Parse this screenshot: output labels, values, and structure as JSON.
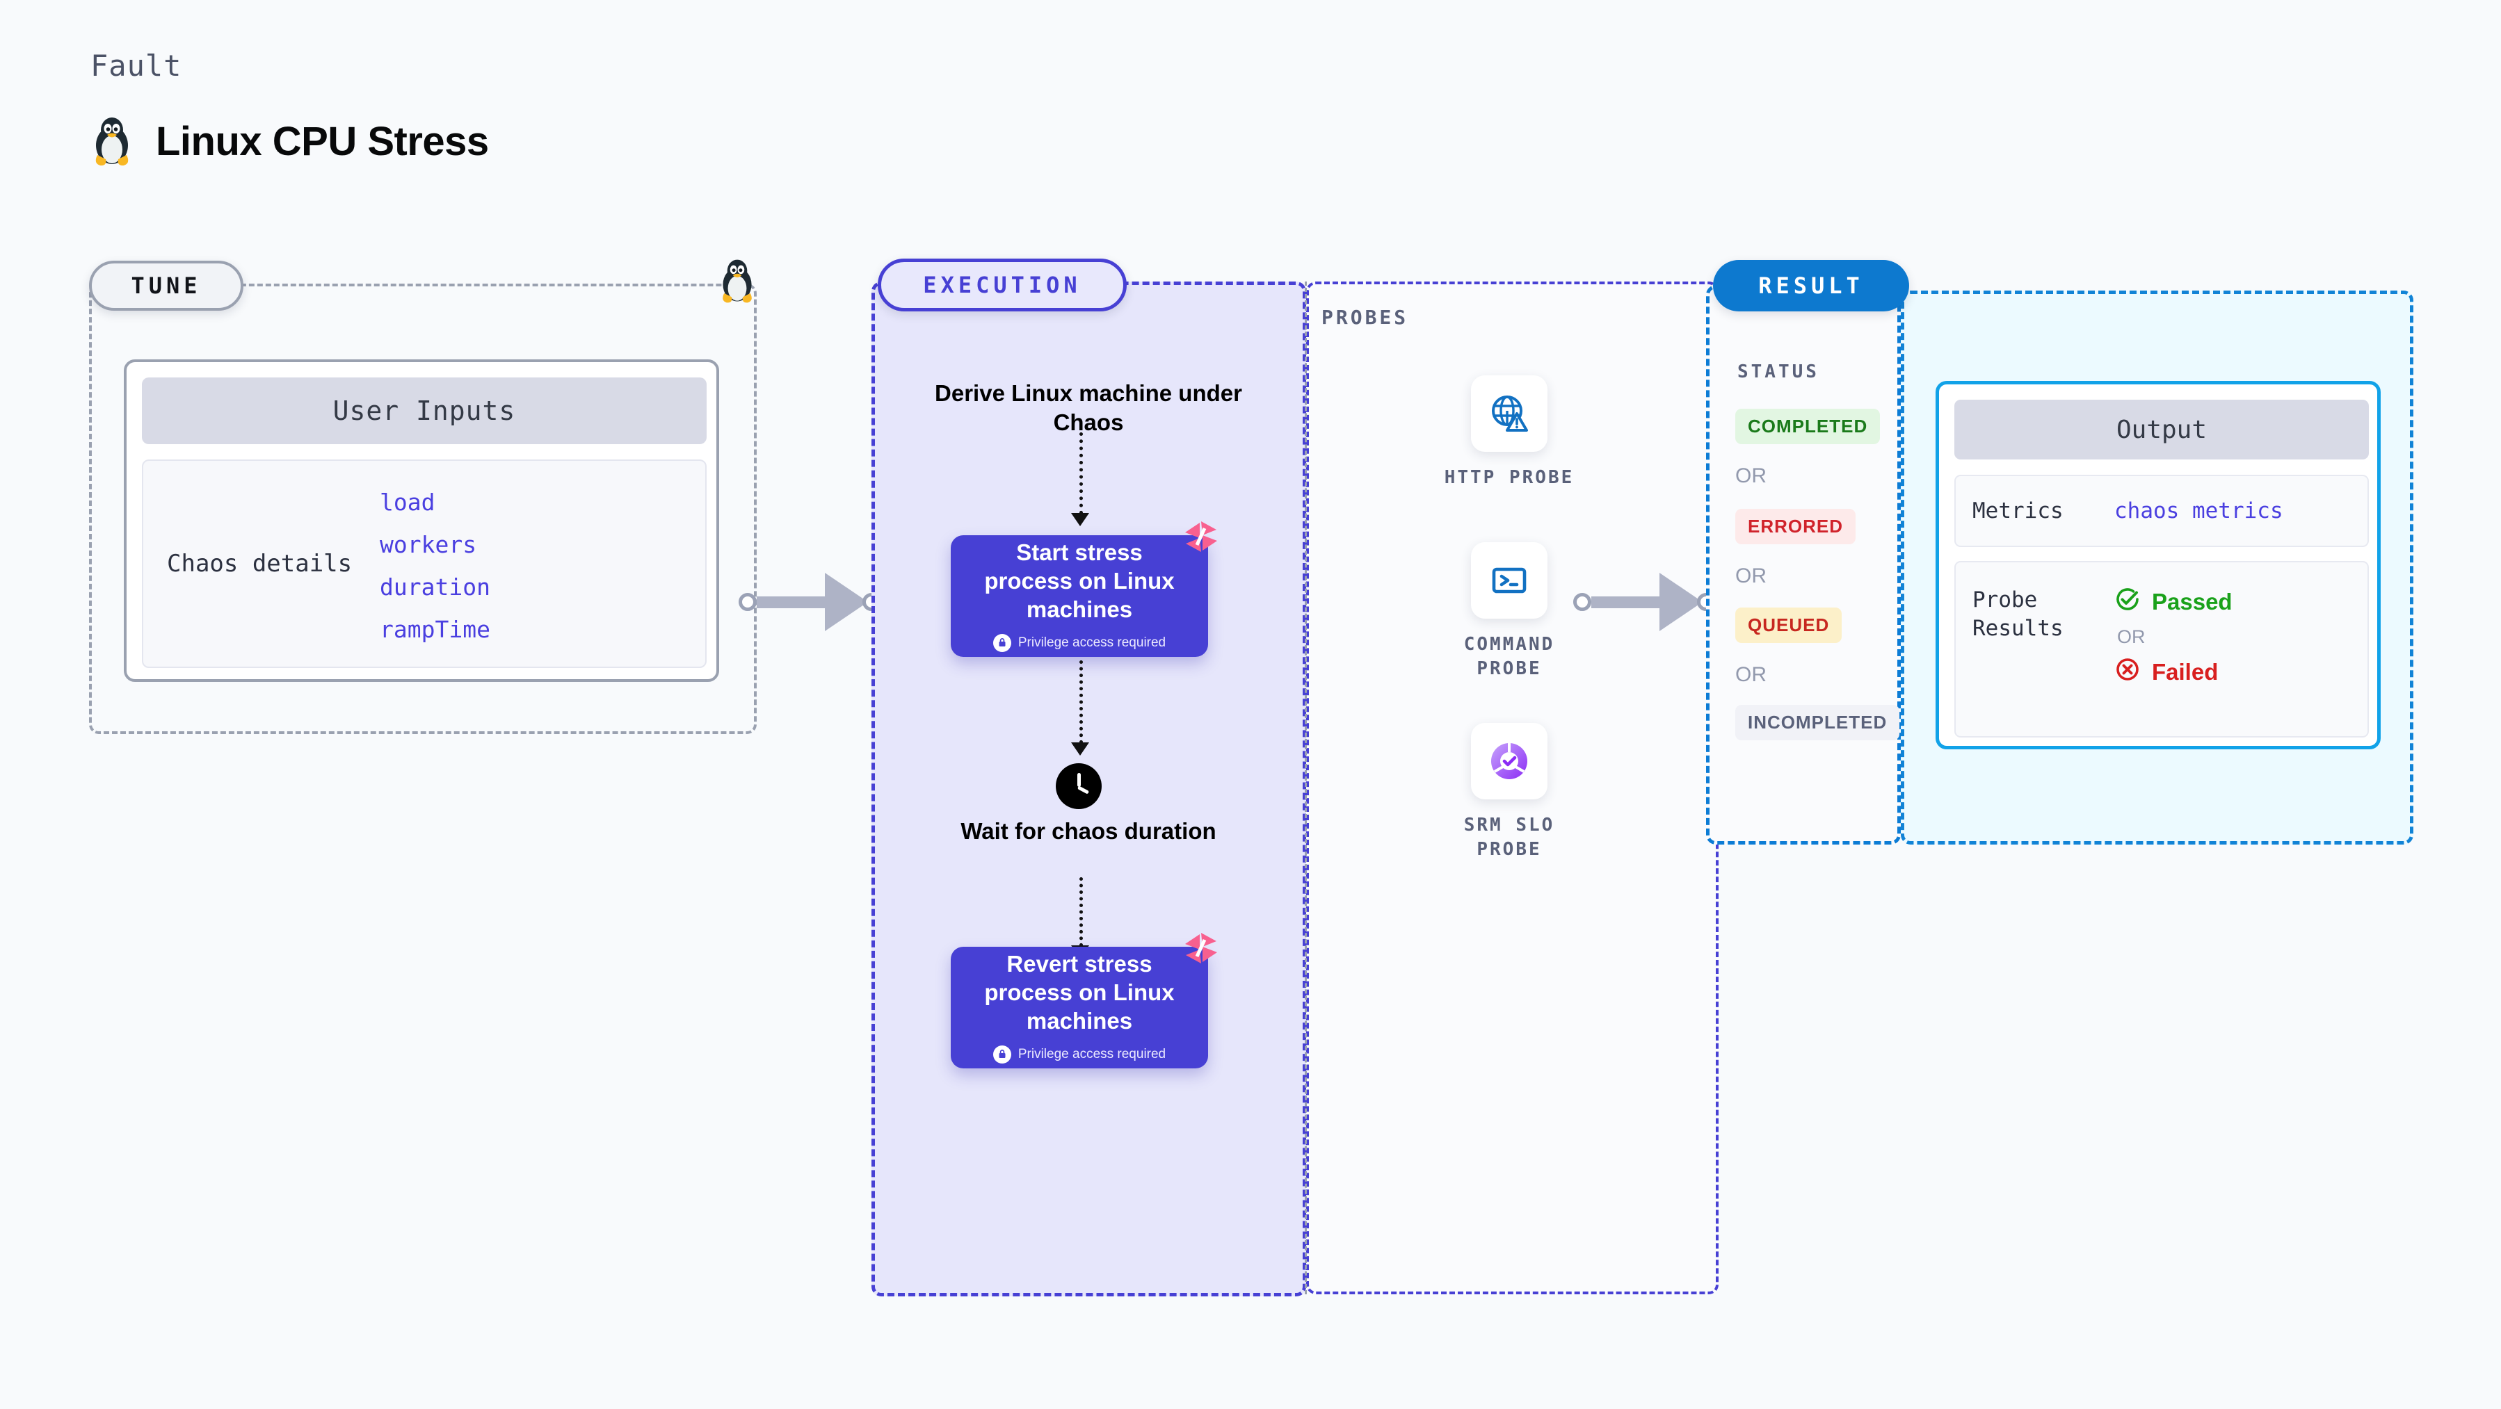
{
  "header": {
    "kicker": "Fault",
    "title": "Linux CPU Stress",
    "icon": "linux-penguin-icon"
  },
  "tune": {
    "badge": "TUNE",
    "corner_icon": "linux-penguin-icon",
    "card": {
      "header": "User Inputs",
      "key": "Chaos details",
      "values": [
        "load",
        "workers",
        "duration",
        "rampTime"
      ]
    }
  },
  "execution": {
    "badge": "EXECUTION",
    "steps": [
      {
        "type": "text",
        "label": "Derive Linux machine under Chaos"
      },
      {
        "type": "task",
        "label": "Start stress process on Linux machines",
        "note": "Privilege access required",
        "note_icon": "lock-icon",
        "corner_icon": "harness-logo-icon"
      },
      {
        "type": "wait",
        "label": "Wait for chaos duration",
        "icon": "clock-icon"
      },
      {
        "type": "task",
        "label": "Revert stress process on Linux machines",
        "note": "Privilege access required",
        "note_icon": "lock-icon",
        "corner_icon": "harness-logo-icon"
      }
    ]
  },
  "probes": {
    "label": "PROBES",
    "items": [
      {
        "label": "HTTP PROBE",
        "icon": "globe-warning-icon"
      },
      {
        "label": "COMMAND PROBE",
        "icon": "terminal-icon"
      },
      {
        "label": "SRM SLO PROBE",
        "icon": "srm-slo-donut-icon"
      }
    ]
  },
  "result": {
    "badge": "RESULT",
    "status_label": "STATUS",
    "or_label": "OR",
    "statuses": [
      {
        "text": "COMPLETED",
        "color": "#1a7a1a",
        "bg": "#e2f6e2"
      },
      {
        "text": "ERRORED",
        "color": "#d0232b",
        "bg": "#fdeaea"
      },
      {
        "text": "QUEUED",
        "color": "#c7271f",
        "bg": "#fcf0c9"
      },
      {
        "text": "INCOMPLETED",
        "color": "#5a617a",
        "bg": "#f1f2f7"
      }
    ]
  },
  "output": {
    "header": "Output",
    "metrics_key": "Metrics",
    "metrics_value": "chaos metrics",
    "probe_key": "Probe Results",
    "passed": "Passed",
    "failed": "Failed",
    "or_label": "OR",
    "passed_icon": "check-circle-icon",
    "failed_icon": "x-circle-icon"
  },
  "colors": {
    "background": "#f8fafc",
    "accent_purple": "#4740d4",
    "accent_blue": "#0d79cf",
    "accent_cyan": "#11a2e8",
    "grey_border": "#9aa1b0",
    "pink": "#f8608f"
  }
}
